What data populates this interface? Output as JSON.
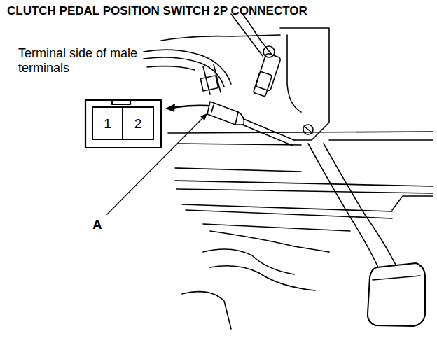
{
  "diagram": {
    "title": "CLUTCH PEDAL POSITION SWITCH 2P CONNECTOR",
    "nodes": [
      {
        "text": [
          "1"
        ]
      },
      {
        "text": [
          "2"
        ]
      }
    ],
    "labels": [
      "Terminal side of male terminals",
      "A"
    ]
  }
}
